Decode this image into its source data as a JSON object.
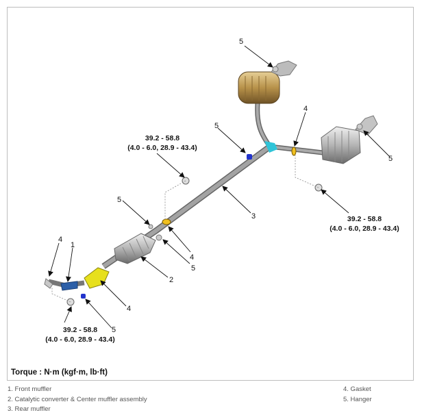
{
  "torque_specs": [
    {
      "line1": "39.2 - 58.8",
      "line2": "(4.0 - 6.0, 28.9 - 43.4)"
    },
    {
      "line1": "39.2 - 58.8",
      "line2": "(4.0 - 6.0, 28.9 - 43.4)"
    },
    {
      "line1": "39.2 - 58.8",
      "line2": "(4.0 - 6.0, 28.9 - 43.4)"
    }
  ],
  "callouts": [
    "5",
    "4",
    "5",
    "5",
    "3",
    "5",
    "4",
    "4",
    "1",
    "2",
    "5",
    "4",
    "5"
  ],
  "torque_caption": "Torque : N·m (kgf·m, lb·ft)",
  "legend": {
    "left": [
      "1.  Front muffler",
      "2.  Catalytic converter & Center muffler assembly",
      "3. Rear muffler"
    ],
    "right": [
      "4. Gasket",
      "5. Hanger"
    ]
  },
  "colors": {
    "pipe": "#8f8f8f",
    "muffler_gold": "#b8924a",
    "catalytic_yellow": "#e7e01c",
    "joint_cyan": "#2fc4d8",
    "front_blue": "#2c5fa8",
    "hanger_blue": "#2233cc"
  }
}
